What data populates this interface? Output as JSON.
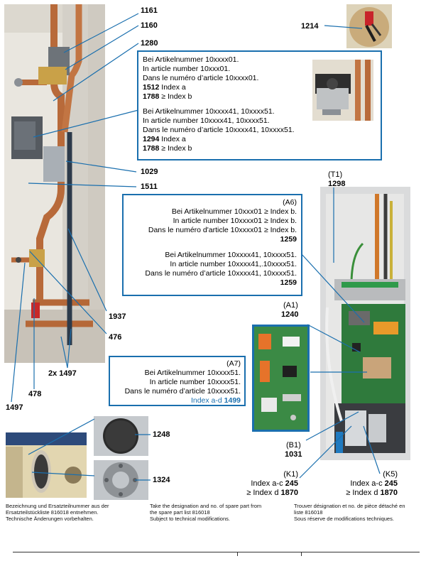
{
  "labels": {
    "n1161": "1161",
    "n1160": "1160",
    "n1280": "1280",
    "n1214": "1214",
    "n1029": "1029",
    "n1511": "1511",
    "t1_title": "(T1)",
    "n1298": "1298",
    "n1937": "1937",
    "n476": "476",
    "n2x1497": "2x 1497",
    "n478": "478",
    "n1497": "1497",
    "a1_title": "(A1)",
    "n1240": "1240",
    "b1_title": "(B1)",
    "n1031": "1031",
    "n1248": "1248",
    "n1324": "1324",
    "k1_title": "(K1)",
    "k1_line1_prefix": "Index a-c ",
    "k1_line1_num": "245",
    "k1_line2_prefix": "≥ Index d ",
    "k1_line2_num": "1870",
    "k5_title": "(K5)",
    "k5_line1_prefix": "Index a-c ",
    "k5_line1_num": "245",
    "k5_line2_prefix": "≥ Index d ",
    "k5_line2_num": "1870"
  },
  "pump_box": {
    "l1": "Bei Artikelnummer 10xxxx01.",
    "l2": "In article number 10xxx01.",
    "l3": "Dans le numéro d’article 10xxxx01.",
    "l4_num": "1512",
    "l4_txt": " Index a",
    "l5_num": "1788",
    "l5_txt": " ≥ Index b",
    "l6": "Bei Artikelnummer 10xxxx41, 10xxxx51.",
    "l7": "In article number 10xxxx41, 10xxxx51.",
    "l8": "Dans le numéro d’article 10xxxx41, 10xxxx51.",
    "l9_num": "1294",
    "l9_txt": " Index a",
    "l10_num": "1788",
    "l10_txt": " ≥ Index b"
  },
  "a6_box": {
    "title": "(A6)",
    "l1": "Bei Artikelnummer 10xxx01 ≥ Index b.",
    "l2": "In article number 10xxxx01 ≥ Index b.",
    "l3": "Dans le numéro d'article 10xxxx01 ≥ Index b.",
    "n1": "1259",
    "l4": "Bei Artikelnummer 10xxxx41, 10xxxx51.",
    "l5": "In article number 10xxxx41,.10xxxx51.",
    "l6": "Dans le numéro d’article 10xxxx41, 10xxxx51.",
    "n2": "1259"
  },
  "a7_box": {
    "title": "(A7)",
    "l1": "Bei Artikelnummer 10xxxx51.",
    "l2": "In article number 10xxxx51.",
    "l3": "Dans le numéro d’article 10xxxx51.",
    "l4_prefix": "Index a-d ",
    "l4_num": "1499"
  },
  "footer": {
    "de1": "Bezeichnung und Ersatzteilnummer aus der",
    "de2": "Ersatzteilstückliste 816018 entnehmen.",
    "de3": "Technische Änderungen vorbehalten.",
    "en1": "Take the designation and no. of spare part from",
    "en2": "the spare part list 816018",
    "en3": "Subject to technical modifications.",
    "fr1": "Trouver désignation et no. de pièce détaché en",
    "fr2": "liste 816018",
    "fr3": "Sous réserve de modifications techniques."
  },
  "colors": {
    "accent": "#1a6fae"
  }
}
